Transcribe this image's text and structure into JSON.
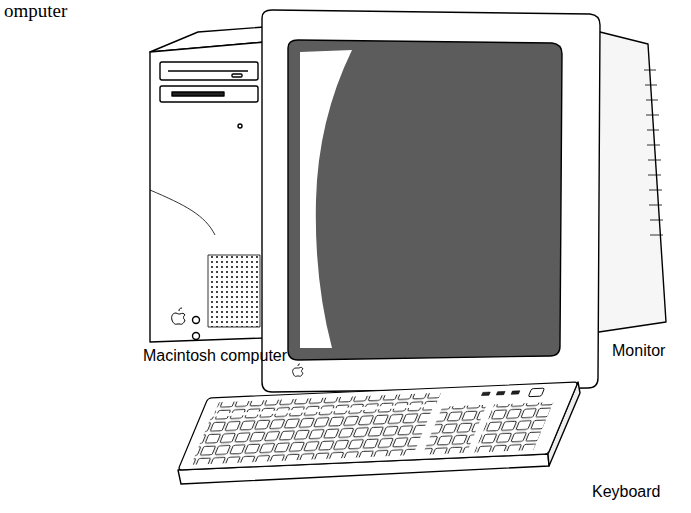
{
  "diagram": {
    "labels": [
      "omputer",
      "Macintosh computer",
      "Monitor",
      "Keyboard"
    ]
  }
}
